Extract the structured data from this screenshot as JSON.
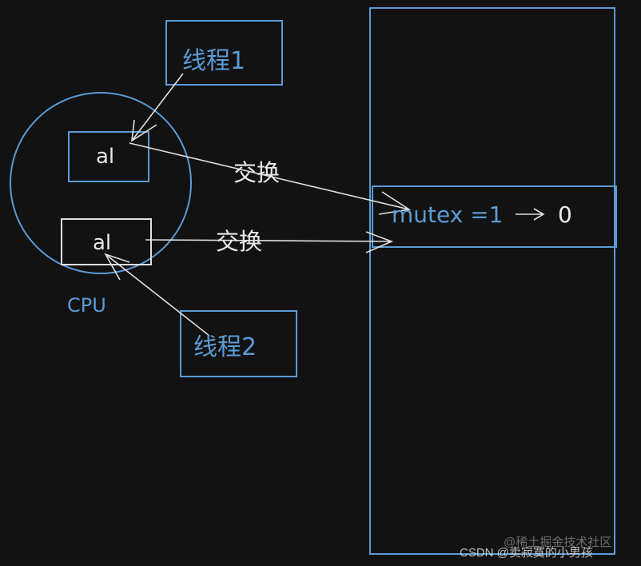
{
  "colors": {
    "background": "#121212",
    "blue": "#5b9bd5",
    "white": "#e8e8e8"
  },
  "thread1": {
    "label": "线程1"
  },
  "thread2": {
    "label": "线程2"
  },
  "cpu": {
    "label": "CPU",
    "register_top": "al",
    "register_bottom": "al"
  },
  "exchange_top": "交换",
  "exchange_bottom": "交换",
  "memory": {
    "variable": "mutex =1",
    "new_value": "0"
  },
  "watermarks": {
    "juejin": "@稀土掘金技术社区",
    "csdn": "CSDN @卖寂寞的小男孩"
  }
}
